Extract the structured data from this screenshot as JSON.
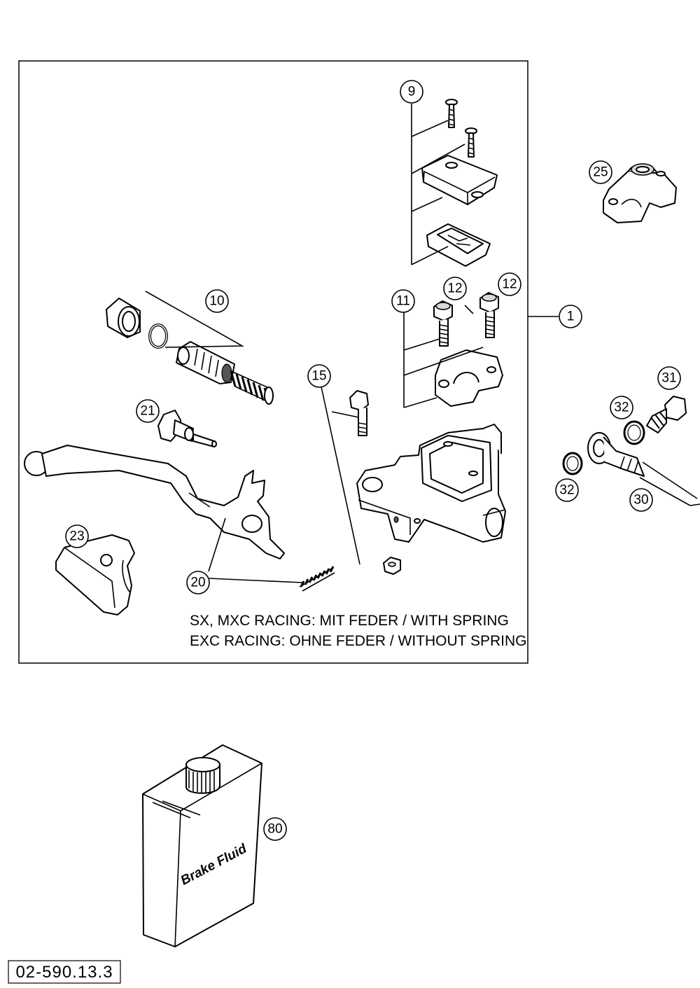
{
  "callouts": [
    {
      "id": "c9",
      "label": "9"
    },
    {
      "id": "c25",
      "label": "25"
    },
    {
      "id": "c10",
      "label": "10"
    },
    {
      "id": "c11",
      "label": "11"
    },
    {
      "id": "c12a",
      "label": "12"
    },
    {
      "id": "c12b",
      "label": "12"
    },
    {
      "id": "c1",
      "label": "1"
    },
    {
      "id": "c15",
      "label": "15"
    },
    {
      "id": "c21",
      "label": "21"
    },
    {
      "id": "c31",
      "label": "31"
    },
    {
      "id": "c32a",
      "label": "32"
    },
    {
      "id": "c32b",
      "label": "32"
    },
    {
      "id": "c30",
      "label": "30"
    },
    {
      "id": "c23",
      "label": "23"
    },
    {
      "id": "c20",
      "label": "20"
    },
    {
      "id": "c80",
      "label": "80"
    }
  ],
  "notes": {
    "line1": "SX, MXC RACING: MIT FEDER / WITH SPRING",
    "line2": "EXC RACING: OHNE FEDER / WITHOUT SPRING"
  },
  "bottle_label": "Brake Fluid",
  "drawing_number": "02-590.13.3"
}
